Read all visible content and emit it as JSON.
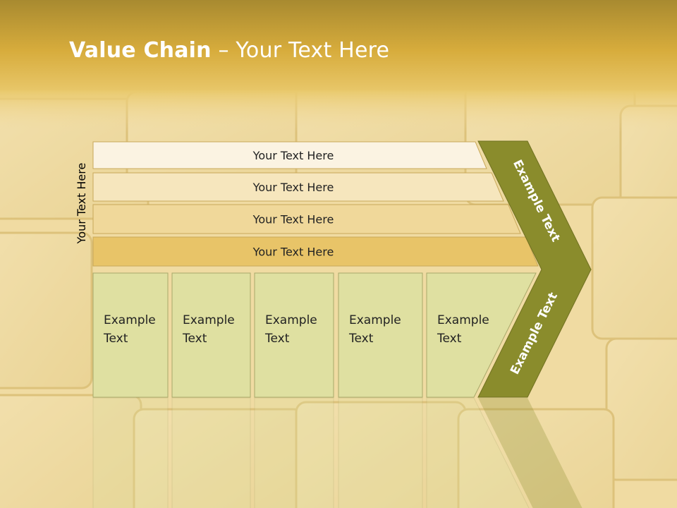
{
  "title": {
    "bold": "Value Chain",
    "rest": " – Your Text Here"
  },
  "side_label": "Your Text Here",
  "bars": [
    {
      "label": "Your Text Here",
      "color": "#fbf3e2"
    },
    {
      "label": "Your Text Here",
      "color": "#f6e6bd"
    },
    {
      "label": "Your Text Here",
      "color": "#f0d89a"
    },
    {
      "label": "Your Text Here",
      "color": "#e8c468"
    }
  ],
  "boxes": [
    {
      "line1": "Example",
      "line2": "Text"
    },
    {
      "line1": "Example",
      "line2": "Text"
    },
    {
      "line1": "Example",
      "line2": "Text"
    },
    {
      "line1": "Example",
      "line2": "Text"
    },
    {
      "line1": "Example",
      "line2": "Text"
    }
  ],
  "chevron": {
    "upper_label": "Example Text",
    "lower_label": "Example Text",
    "color": "#8a8c2c"
  },
  "box_color": "#dfe0a1"
}
